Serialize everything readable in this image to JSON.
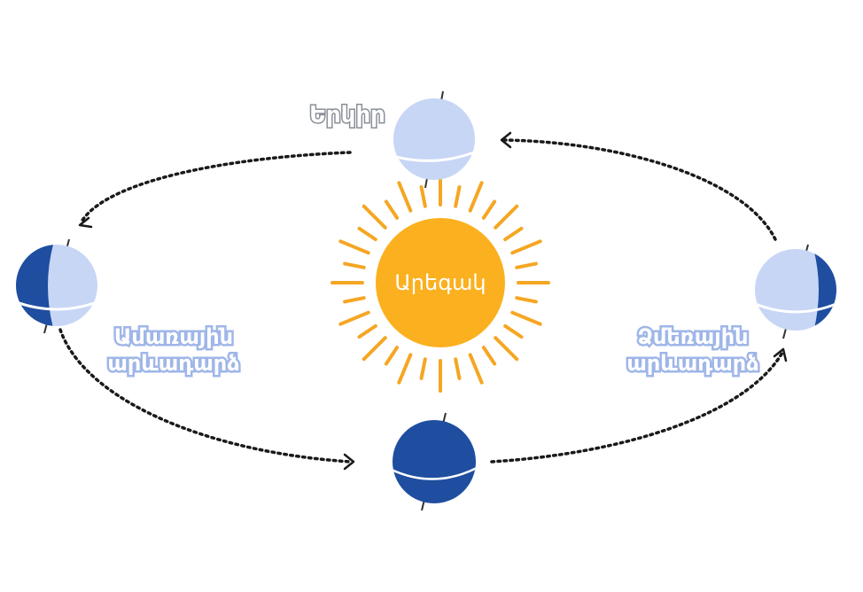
{
  "labels": {
    "earth": "Երկիր",
    "sun": "Արեգակ",
    "summer_solstice_line1": "Ամառային",
    "summer_solstice_line2": "արևադարձ",
    "winter_solstice_line1": "Ձմեռային",
    "winter_solstice_line2": "արևադարձ"
  },
  "colors": {
    "sun": "#fbb01f",
    "sun_rays": "#f5a623",
    "earth_light": "#c7d6f5",
    "earth_dark": "#1f4ea0",
    "orbit": "#1a1a1a"
  },
  "icons": {
    "sun": "sun-icon",
    "earth": "earth-globe-icon",
    "orbit_arrow": "dotted-arrow-icon"
  }
}
